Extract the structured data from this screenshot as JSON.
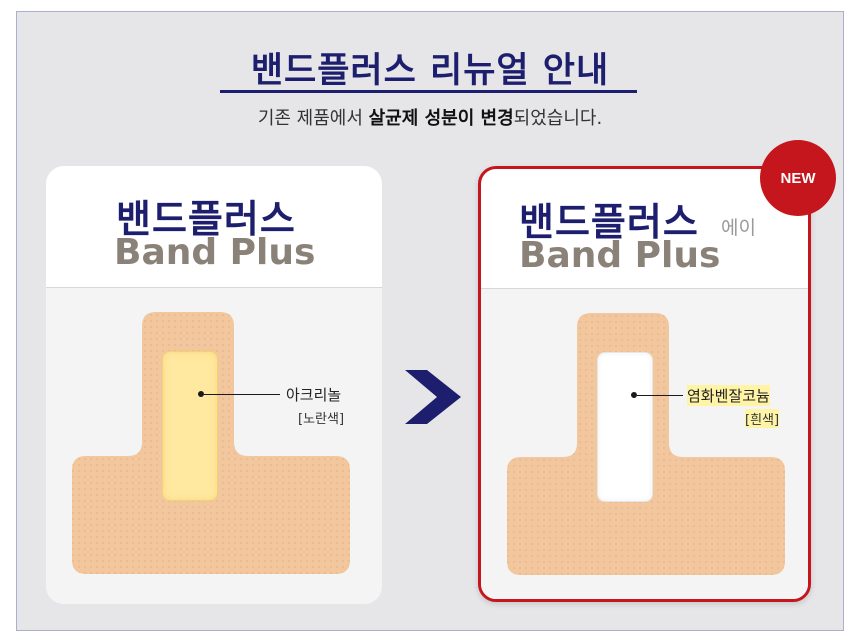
{
  "header": {
    "title": "밴드플러스 리뉴얼 안내",
    "subtitle_pre": "기존 제품에서 ",
    "subtitle_bold": "살균제 성분이 변경",
    "subtitle_post": "되었습니다."
  },
  "old_product": {
    "brand_ko": "밴드플러스",
    "brand_en": "Band Plus",
    "pad_label": "아크리놀",
    "pad_color_label": "[노란색]",
    "pad_color": "#ffe9a0"
  },
  "new_product": {
    "brand_ko": "밴드플러스",
    "brand_suffix": "에이",
    "brand_en": "Band Plus",
    "pad_label": "염화벤잘코늄",
    "pad_color_label": "[흰색]",
    "pad_color": "#ffffff",
    "badge": "NEW"
  },
  "colors": {
    "navy": "#1d1f6e",
    "badge_red": "#c4161c",
    "bandage": "#f2c79e"
  }
}
